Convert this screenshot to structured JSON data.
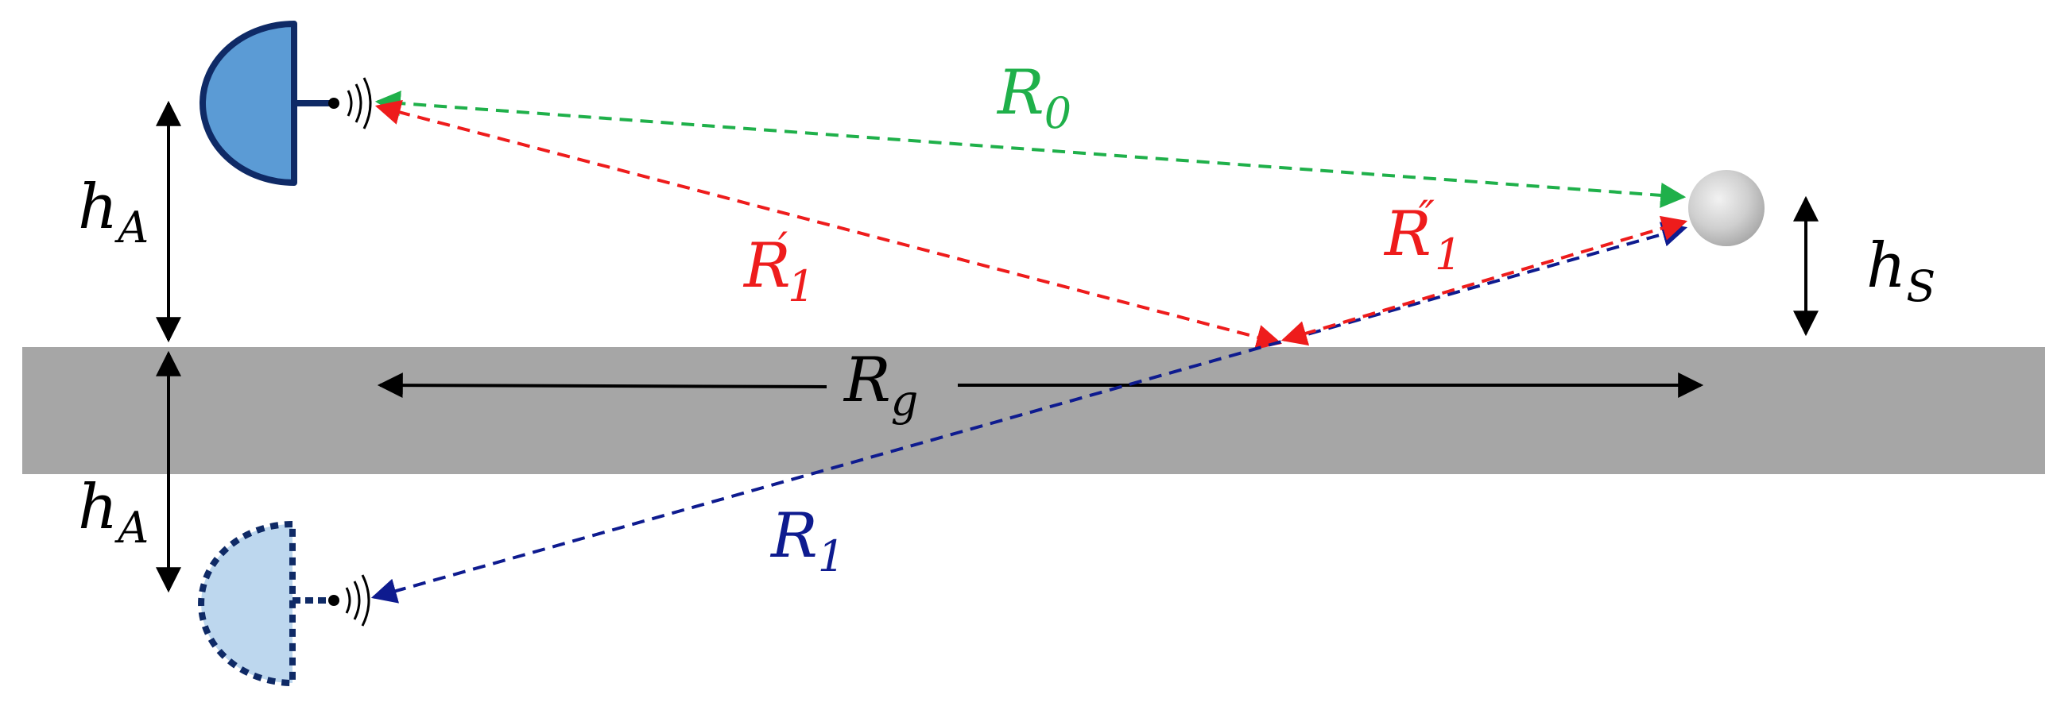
{
  "colors": {
    "ground": "#a6a6a6",
    "antenna_fill": "#5b9bd5",
    "antenna_stroke": "#0f2a66",
    "image_antenna_fill": "#bdd7ee",
    "direct_path": "#1fb04a",
    "reflected_path": "#ee1c1c",
    "image_path": "#0e1b8f",
    "dimension": "#000000",
    "target": "#c8c8c8"
  },
  "labels": {
    "R0": {
      "base": "R",
      "sub": "0"
    },
    "R1prime": {
      "base": "R",
      "sub": "1",
      "sup": "′"
    },
    "R1double": {
      "base": "R",
      "sub": "1",
      "sup": "″"
    },
    "Rg": {
      "base": "R",
      "sub": "g"
    },
    "R1": {
      "base": "R",
      "sub": "1"
    },
    "hA_top": {
      "base": "h",
      "sub": "A"
    },
    "hA_bottom": {
      "base": "h",
      "sub": "A"
    },
    "hS": {
      "base": "h",
      "sub": "S"
    }
  },
  "icons": {
    "antenna": "radar-antenna-icon",
    "image_antenna": "image-antenna-icon",
    "target": "sphere-target-icon"
  }
}
